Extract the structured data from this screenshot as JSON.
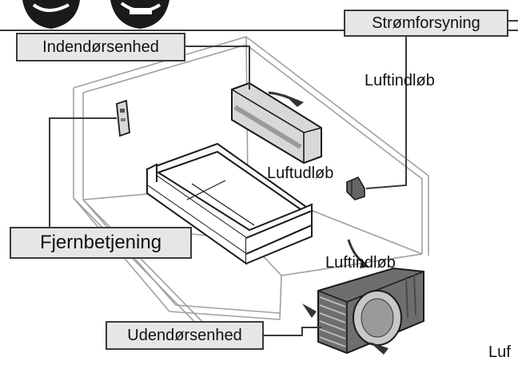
{
  "labels": {
    "power_supply": "Strømforsyning",
    "indoor_unit": "Indendørsenhed",
    "remote_control": "Fjernbetjening",
    "outdoor_unit": "Udendørsenhed",
    "air_inlet_top": "Luftindløb",
    "air_outlet": "Luftudløb",
    "air_inlet_outdoor": "Luftindløb",
    "air_partial_edge": "Luf"
  },
  "colors": {
    "line": "#3a3a3a",
    "wall": "#9a9a9a",
    "box_fill": "#e6e6e6",
    "text": "#111111",
    "icon_fill": "#1a1a1a"
  }
}
